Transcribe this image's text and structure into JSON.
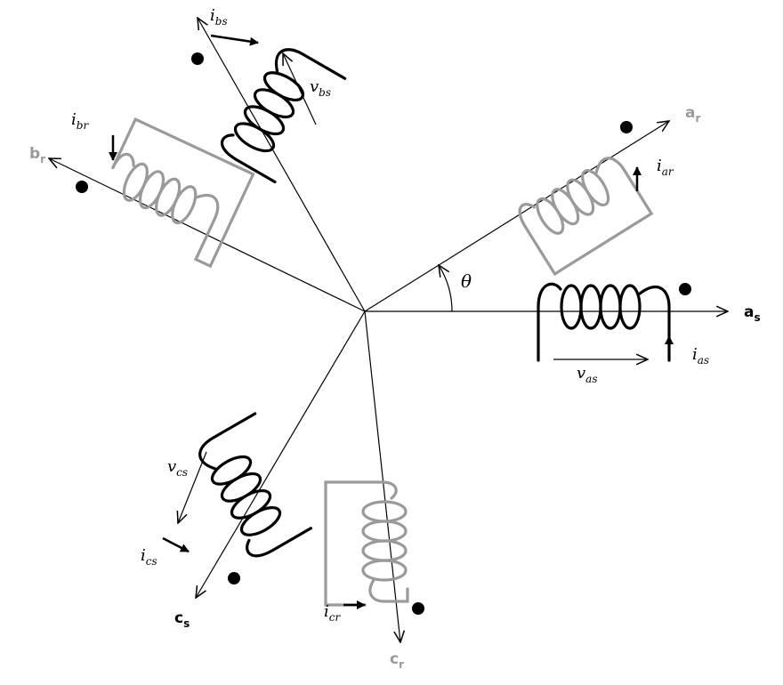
{
  "axes": {
    "as": {
      "main": "a",
      "sub": "s"
    },
    "bs_current": {
      "main": "i",
      "sub": "bs"
    },
    "cs": {
      "main": "c",
      "sub": "s"
    },
    "ar": {
      "main": "a",
      "sub": "r"
    },
    "br": {
      "main": "b",
      "sub": "r"
    },
    "cr": {
      "main": "c",
      "sub": "r"
    }
  },
  "currents": {
    "as": {
      "main": "i",
      "sub": "as"
    },
    "ar": {
      "main": "i",
      "sub": "ar"
    },
    "br": {
      "main": "i",
      "sub": "br"
    },
    "cs": {
      "main": "i",
      "sub": "cs"
    },
    "cr": {
      "main": "i",
      "sub": "cr"
    }
  },
  "voltages": {
    "as": {
      "main": "v",
      "sub": "as"
    },
    "bs": {
      "main": "v",
      "sub": "bs"
    },
    "cs": {
      "main": "v",
      "sub": "cs"
    }
  },
  "angle_label": "θ",
  "colors": {
    "stator": "#000000",
    "rotor": "#9a9a9a"
  }
}
